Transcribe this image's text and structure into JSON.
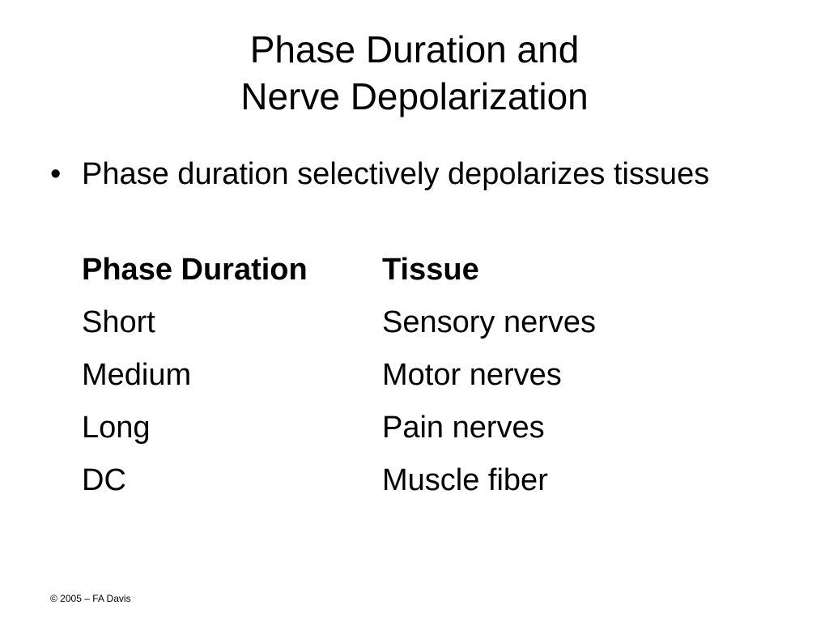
{
  "title": {
    "line1": "Phase Duration and",
    "line2": "Nerve Depolarization"
  },
  "bullet": {
    "marker": "•",
    "text": "Phase duration selectively depolarizes tissues"
  },
  "table": {
    "headers": [
      "Phase Duration",
      "Tissue"
    ],
    "rows": [
      [
        "Short",
        "Sensory nerves"
      ],
      [
        "Medium",
        "Motor nerves"
      ],
      [
        "Long",
        "Pain nerves"
      ],
      [
        "DC",
        "Muscle fiber"
      ]
    ]
  },
  "footer": "© 2005 – FA Davis"
}
